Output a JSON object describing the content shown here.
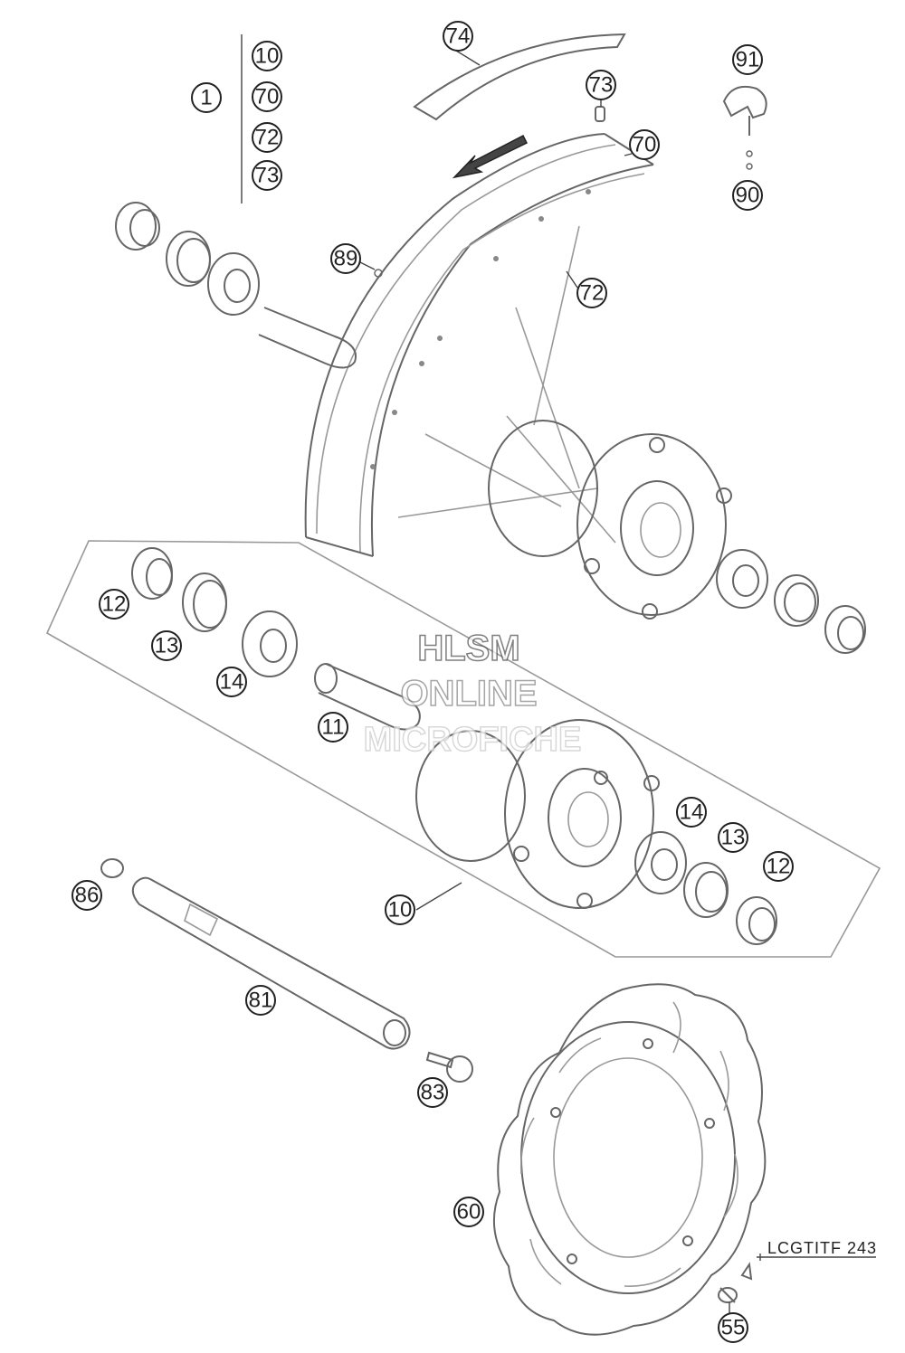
{
  "diagram": {
    "watermark": {
      "line1": "HLSM",
      "line2": "ONLINE",
      "line3": "MICROFICHE"
    },
    "reference_code": "LCGTITF 243",
    "kit_group": {
      "main": "1",
      "members": [
        "10",
        "70",
        "72",
        "73"
      ]
    },
    "callouts": {
      "c74": "74",
      "c73_valve": "73",
      "c70_rim": "70",
      "c91": "91",
      "c90": "90",
      "c89": "89",
      "c72_spoke": "72",
      "c12_left": "12",
      "c13_left": "13",
      "c14_left": "14",
      "c11": "11",
      "c14_right": "14",
      "c13_right": "13",
      "c12_right": "12",
      "c10_hub": "10",
      "c86": "86",
      "c81": "81",
      "c83": "83",
      "c60": "60",
      "c55": "55"
    }
  }
}
